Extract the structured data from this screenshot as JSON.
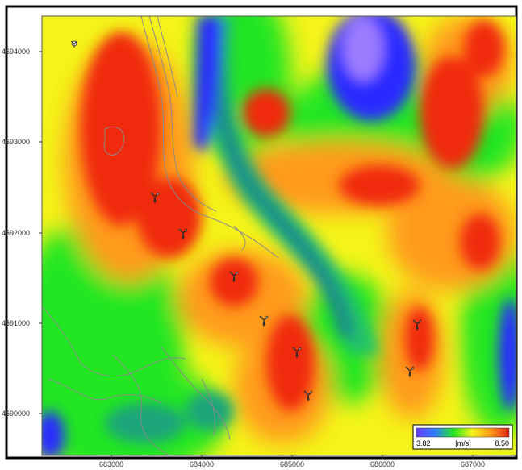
{
  "map": {
    "x_ticks": [
      "683000",
      "684000",
      "685000",
      "686000",
      "687000"
    ],
    "y_ticks": [
      "4694000",
      "4693000",
      "4692000",
      "4691000",
      "4690000"
    ],
    "legend": {
      "min": "3.82",
      "unit": "[m/s]",
      "max": "8.50"
    },
    "turbine_count": 9,
    "colors": {
      "blue": "#2b2bff",
      "teal": "#1aa57a",
      "green": "#22e622",
      "yellow": "#f4f41a",
      "orange": "#ff9a1a",
      "red": "#f02a0a",
      "violet": "#9c7cff"
    }
  }
}
